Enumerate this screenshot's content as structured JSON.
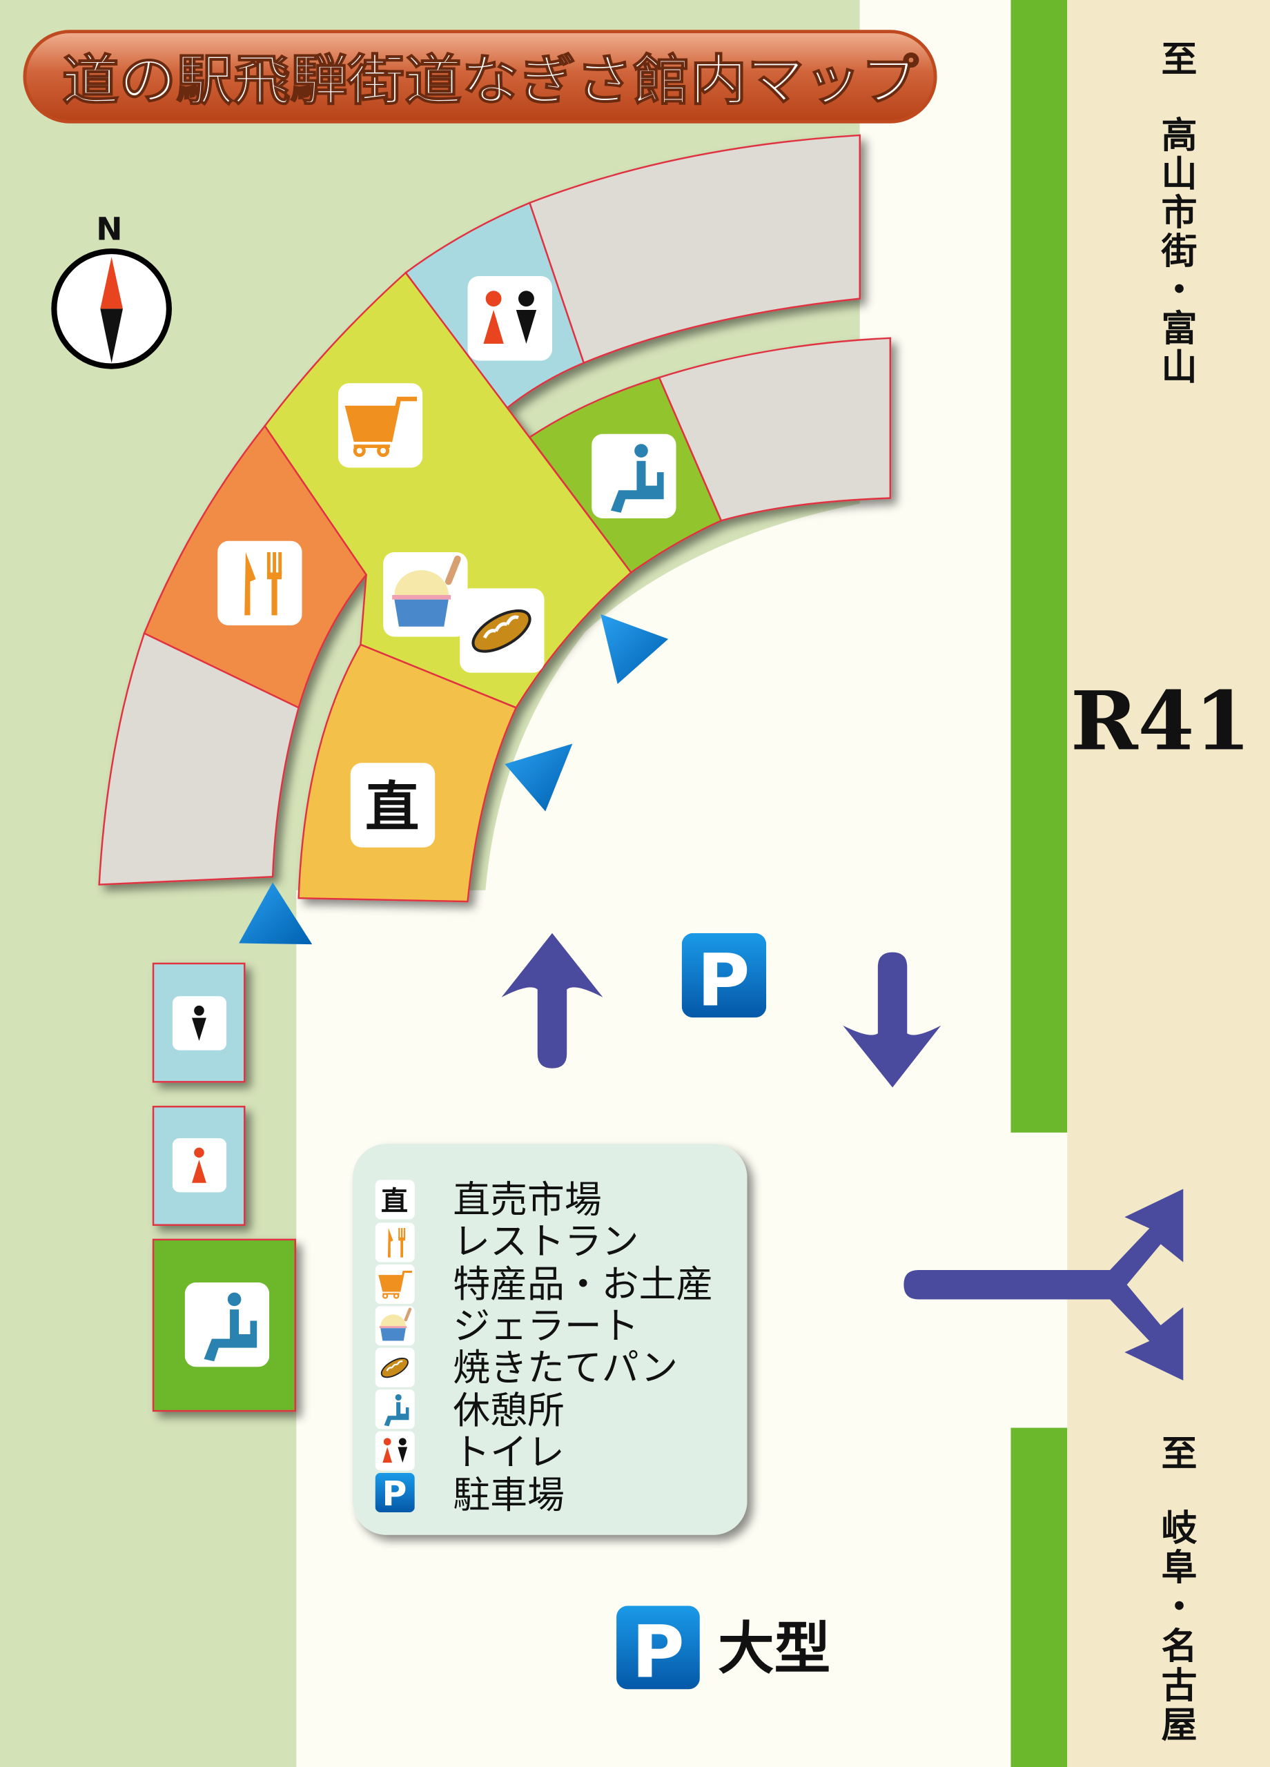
{
  "title": "道の駅飛騨街道なぎさ館内マップ",
  "compass": {
    "label": "N"
  },
  "road": {
    "name": "R41",
    "to_north_prefix": "至",
    "to_north": "高山市街・富山",
    "to_south_prefix": "至",
    "to_south": "岐阜・名古屋"
  },
  "map_icons": {
    "direct_sales_glyph": "直",
    "parking_glyph": "P",
    "large_parking_label": "大型"
  },
  "legend": {
    "items": [
      {
        "icon": "direct-sales-icon",
        "glyph": "直",
        "label": "直売市場"
      },
      {
        "icon": "restaurant-icon",
        "label": "レストラン"
      },
      {
        "icon": "shopping-cart-icon",
        "label": "特産品・お土産"
      },
      {
        "icon": "gelato-icon",
        "label": "ジェラート"
      },
      {
        "icon": "bread-icon",
        "label": "焼きたてパン"
      },
      {
        "icon": "rest-area-icon",
        "label": "休憩所"
      },
      {
        "icon": "toilet-icon",
        "label": "トイレ"
      },
      {
        "icon": "parking-icon",
        "glyph": "P",
        "label": "駐車場"
      }
    ]
  },
  "colors": {
    "field_green": "#d4e2b8",
    "road_green": "#6cb82c",
    "road_beige": "#f3e9c8",
    "arrow_purple": "#4a4a9e",
    "entrance_blue": "#0a78c8"
  }
}
